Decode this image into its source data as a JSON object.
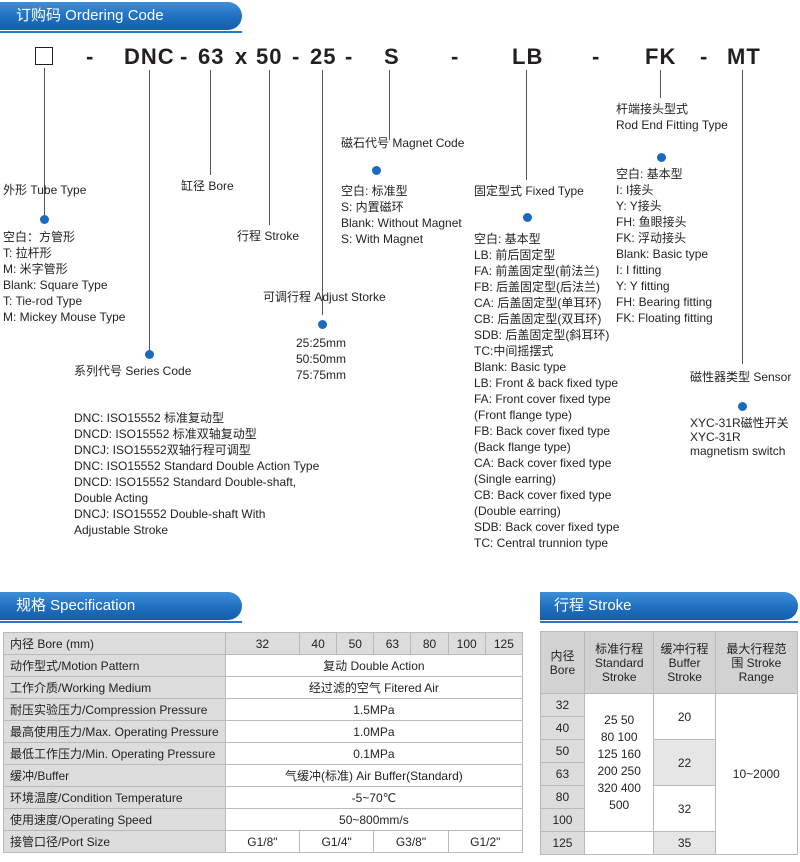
{
  "ordering": {
    "header": "订购码 Ordering Code",
    "code_parts": [
      "-",
      "DNC",
      "-",
      "63",
      "x",
      "50",
      "-",
      "25",
      "-",
      "S",
      "-",
      "LB",
      "-",
      "FK",
      "-",
      "MT"
    ],
    "tube_type": {
      "title": "外形 Tube Type",
      "lines": [
        "空白：方管形",
        "T: 拉杆形",
        "M: 米字管形",
        "Blank: Square Type",
        "T: Tie-rod Type",
        "M: Mickey Mouse Type"
      ]
    },
    "series_code": {
      "title": "系列代号 Series Code",
      "lines": [
        "DNC: ISO15552 标准复动型",
        "DNCD: ISO15552 标准双轴复动型",
        "DNCJ: ISO15552双轴行程可调型",
        "DNC: ISO15552 Standard Double Action Type",
        "DNCD: ISO15552 Standard Double-shaft,",
        "Double Acting",
        "DNCJ: ISO15552 Double-shaft With",
        "Adjustable Stroke"
      ]
    },
    "bore": {
      "title": "缸径 Bore"
    },
    "stroke": {
      "title": "行程 Stroke"
    },
    "adjust_stroke": {
      "title": "可调行程 Adjust Storke",
      "lines": [
        "25:25mm",
        "50:50mm",
        "75:75mm"
      ]
    },
    "magnet_code": {
      "title": "磁石代号 Magnet Code",
      "lines": [
        "空白: 标准型",
        "S: 内置磁环",
        "Blank: Without Magnet",
        "S: With Magnet"
      ]
    },
    "fixed_type": {
      "title": "固定型式 Fixed Type",
      "lines": [
        "空白: 基本型",
        "LB: 前后固定型",
        "FA: 前盖固定型(前法兰)",
        "FB: 后盖固定型(后法兰)",
        "CA: 后盖固定型(单耳环)",
        "CB: 后盖固定型(双耳环)",
        "SDB: 后盖固定型(斜耳环)",
        "TC:中间摇摆式",
        "Blank: Basic type",
        "LB: Front & back fixed type",
        "FA: Front cover fixed type",
        "(Front flange type)",
        "FB: Back cover fixed type",
        "(Back flange type)",
        "CA: Back cover fixed type",
        "(Single earring)",
        "CB:  Back cover fixed type",
        "(Double earring)",
        "SDB: Back cover fixed type",
        "TC: Central trunnion type"
      ]
    },
    "rod_end": {
      "title_lines": [
        "杆端接头型式",
        "Rod End Fitting Type"
      ],
      "lines": [
        "空白: 基本型",
        "I: I接头",
        "Y: Y接头",
        "FH: 鱼眼接头",
        "FK: 浮动接头",
        "Blank: Basic type",
        "I: I fitting",
        "Y: Y fitting",
        "FH: Bearing fitting",
        "FK: Floating fitting"
      ]
    },
    "sensor": {
      "title": "磁性器类型 Sensor",
      "lines": [
        "XYC-31R磁性开关",
        "XYC-31R",
        "magnetism switch"
      ]
    }
  },
  "specification": {
    "header": "规格 Specification",
    "bore_label": "内径 Bore (mm)",
    "bores": [
      "32",
      "40",
      "50",
      "63",
      "80",
      "100",
      "125"
    ],
    "rows": [
      {
        "label": "动作型式/Motion Pattern",
        "value": "复动 Double Action"
      },
      {
        "label": "工作介质/Working Medium",
        "value": "经过滤的空气 Fitered Air"
      },
      {
        "label": "耐压实验压力/Compression Pressure",
        "value": "1.5MPa"
      },
      {
        "label": "最高使用压力/Max. Operating Pressure",
        "value": "1.0MPa"
      },
      {
        "label": "最低工作压力/Min. Operating Pressure",
        "value": "0.1MPa"
      },
      {
        "label": "缓冲/Buffer",
        "value": "气缓冲(标准)  Air Buffer(Standard)"
      },
      {
        "label": "环境温度/Condition Temperature",
        "value": "-5~70℃"
      },
      {
        "label": "使用速度/Operating Speed",
        "value": "50~800mm/s"
      }
    ],
    "port_label": "接管口径/Port Size",
    "ports": [
      "G1/8\"",
      "G1/4\"",
      "G3/8\"",
      "G1/2\""
    ]
  },
  "stroke_table": {
    "header": "行程 Stroke",
    "col_bore": "内径 Bore",
    "col_std": "标准行程 Standard Stroke",
    "col_buf": "缓冲行程 Buffer Stroke",
    "col_range": "最大行程范围 Stroke Range",
    "bores": [
      "32",
      "40",
      "50",
      "63",
      "80",
      "100",
      "125"
    ],
    "standard_lines": [
      "25 50",
      "80 100",
      "125 160",
      "200 250",
      "320 400",
      "500"
    ],
    "buffers": [
      "20",
      "22",
      "32",
      "35"
    ],
    "range": "10~2000"
  }
}
